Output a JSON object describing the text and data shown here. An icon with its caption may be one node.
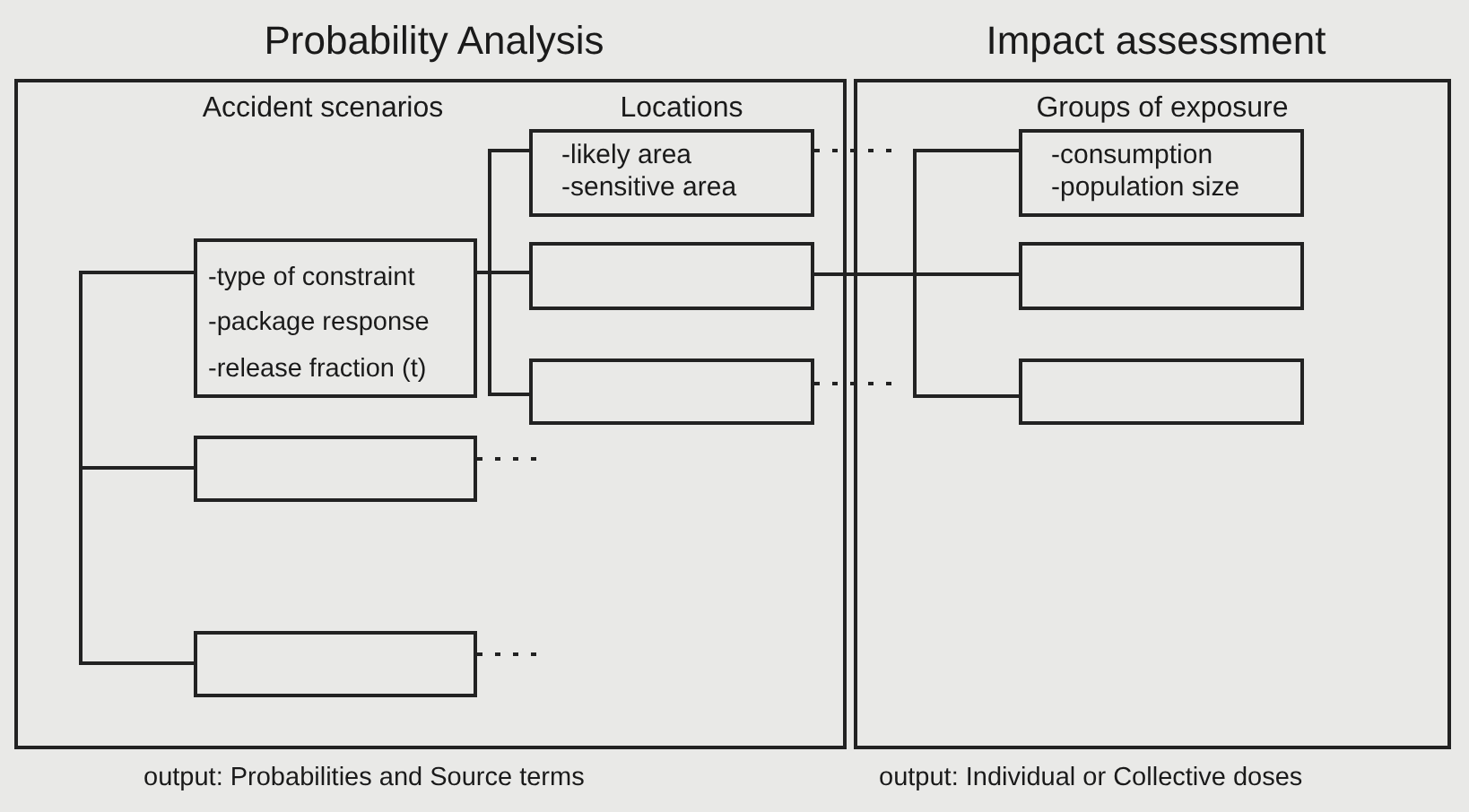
{
  "diagram": {
    "nodes": [
      {
        "text": [
          "Probability Analysis",
          "Accident scenarios",
          "Locations"
        ],
        "beside": [
          "output: Probabilities and Source terms"
        ]
      },
      {
        "text": [
          "Impact assessment",
          "Groups of exposure"
        ],
        "beside": [
          "output: Individual or Collective doses"
        ]
      },
      {
        "text": [
          "-type of constraint -package response -release fraction (t)"
        ],
        "in": 0
      },
      {
        "text": [],
        "shape": "box",
        "in": 0
      },
      {
        "text": [],
        "shape": "box",
        "in": 0
      },
      {
        "text": [
          "-likely area -sensitive area"
        ],
        "in": 0
      },
      {
        "text": [],
        "shape": "box",
        "in": 0
      },
      {
        "text": [],
        "shape": "box",
        "in": 0
      },
      {
        "text": [
          "-consumption -population size"
        ],
        "in": 1
      },
      {
        "text": [],
        "shape": "box",
        "in": 1
      },
      {
        "text": [],
        "shape": "box",
        "in": 1
      }
    ],
    "edges": [
      {
        "from": 2,
        "to": 3,
        "arrow": "none"
      },
      {
        "from": 2,
        "to": 4,
        "arrow": "none"
      },
      {
        "from": 2,
        "to": 5,
        "arrow": "none"
      },
      {
        "from": 2,
        "to": 6,
        "arrow": "none"
      },
      {
        "from": 2,
        "to": 7,
        "arrow": "none"
      },
      {
        "from": 6,
        "to": 8,
        "arrow": "none"
      },
      {
        "from": 6,
        "to": 9,
        "arrow": "none"
      },
      {
        "from": 6,
        "to": 10,
        "arrow": "none"
      },
      {
        "from": 5,
        "to": null,
        "arrow": "none",
        "style": "dashed"
      },
      {
        "from": 7,
        "to": null,
        "arrow": "none",
        "style": "dashed"
      },
      {
        "from": 3,
        "to": null,
        "arrow": "none",
        "style": "dashed"
      },
      {
        "from": 4,
        "to": null,
        "arrow": "none",
        "style": "dashed"
      }
    ]
  }
}
